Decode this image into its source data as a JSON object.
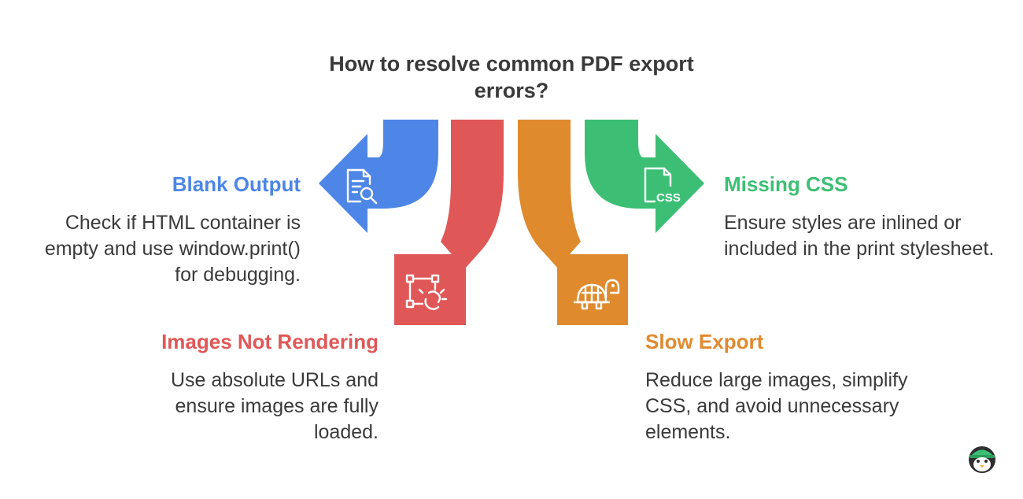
{
  "title": "How to resolve common PDF export errors?",
  "items": [
    {
      "heading": "Blank Output",
      "text": "Check if HTML container is empty and use window.print() for debugging.",
      "color": "#4d86e6",
      "icon": "document-search-icon"
    },
    {
      "heading": "Images Not Rendering",
      "text": "Use absolute URLs and ensure images are fully loaded.",
      "color": "#e05757",
      "icon": "broken-link-icon"
    },
    {
      "heading": "Slow Export",
      "text": "Reduce large images, simplify CSS, and avoid unnecessary elements.",
      "color": "#e08a2e",
      "icon": "turtle-icon"
    },
    {
      "heading": "Missing CSS",
      "text": "Ensure styles are inlined or included in the print stylesheet.",
      "color": "#3cbf74",
      "icon": "css-file-icon"
    }
  ],
  "icon_labels": {
    "css": "CSS"
  },
  "text_color": "#3a3a3a"
}
